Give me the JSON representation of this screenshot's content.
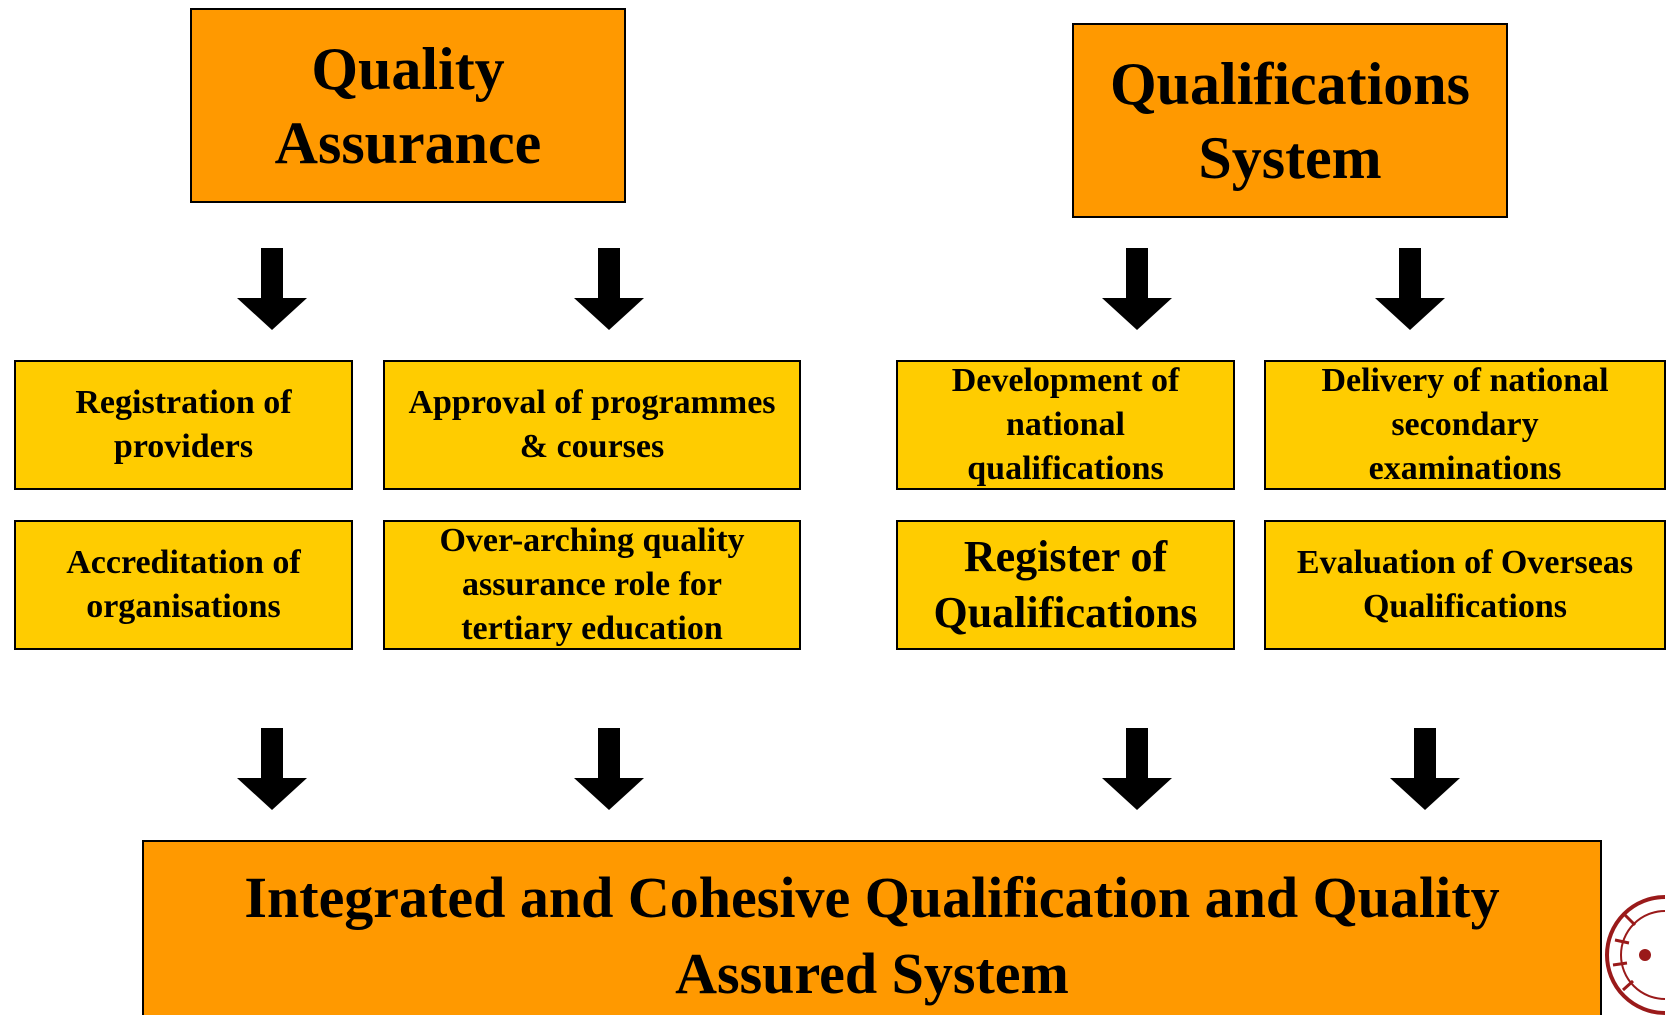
{
  "diagram": {
    "top": {
      "quality_assurance": "Quality Assurance",
      "qualifications_system": "Qualifications System"
    },
    "left_boxes": {
      "registration": "Registration of providers",
      "approval": "Approval of programmes & courses",
      "accreditation": "Accreditation of organisations",
      "overarching": "Over-arching quality assurance role for tertiary education"
    },
    "right_boxes": {
      "development": "Development of national qualifications",
      "delivery": "Delivery of national secondary examinations",
      "register": "Register of Qualifications",
      "evaluation": "Evaluation of Overseas Qualifications"
    },
    "bottom": "Integrated and Cohesive Qualification and Quality Assured System",
    "colors": {
      "header_fill": "#ff9900",
      "box_fill": "#ffcc00",
      "arrow": "#000000",
      "border": "#000000"
    }
  }
}
